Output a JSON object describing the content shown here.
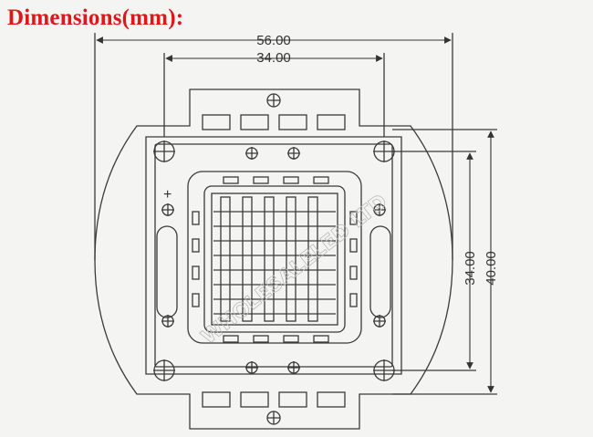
{
  "title": "Dimensions(mm):",
  "dimensions": {
    "outer_width": "56.00",
    "inner_width": "34.00",
    "inner_height": "34.00",
    "outer_height": "40.00"
  },
  "markings": {
    "polarity": "+"
  },
  "watermark": "WHOLESALELED LTD",
  "colors": {
    "title": "#e0161a",
    "line": "#3a3a3a",
    "background": "#f4f4f2"
  }
}
